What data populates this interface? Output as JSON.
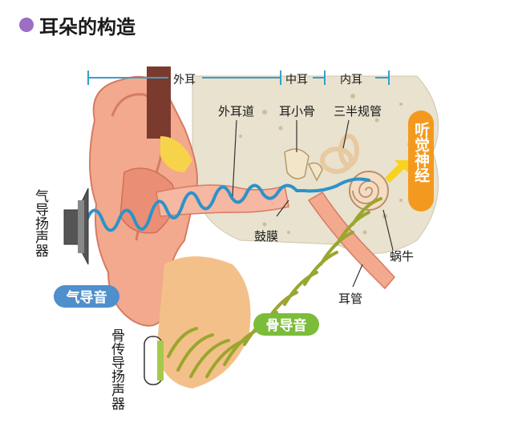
{
  "title": "耳朵的构造",
  "colors": {
    "title_dot": "#9b6fc4",
    "scale_line": "#3aa0c8",
    "skin": "#f2a98e",
    "skin_dark": "#e07f66",
    "bone_tissue": "#f7d34a",
    "skull": "#e8e2cf",
    "air_wave": "#2b93c9",
    "bone_wave": "#9aa62e",
    "nerve": "#f39a1e",
    "air_badge": "#4f8fcb",
    "bone_badge": "#7cbc3a"
  },
  "regions": {
    "outer": "外耳",
    "middle": "中耳",
    "inner": "内耳"
  },
  "parts": {
    "ear_canal": "外耳道",
    "ossicles": "耳小骨",
    "semicircular_canals": "三半规管",
    "auditory_nerve": "听觉神经",
    "eardrum": "鼓膜",
    "cochlea": "蜗牛",
    "eustachian_tube": "耳管"
  },
  "devices": {
    "air_speaker": "气导扬声器",
    "bone_speaker": "骨传导扬声器"
  },
  "badges": {
    "air": "气导音",
    "bone": "骨导音"
  }
}
